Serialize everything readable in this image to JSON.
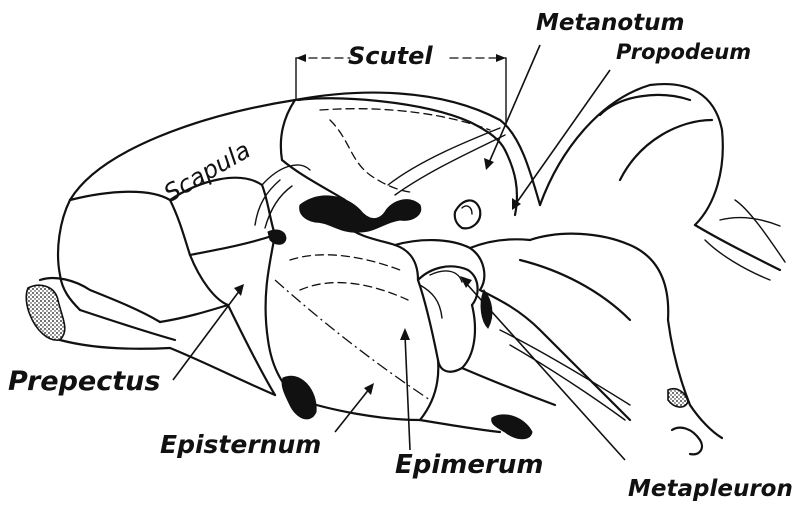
{
  "labels": {
    "scutel": "Scutel",
    "metanotum": "Metanotum",
    "propodeum": "Propodeum",
    "scapula": "Scapula",
    "prepectus": "Prepectus",
    "episternum": "Episternum",
    "epimerum": "Epimerum",
    "metapleuron": "Metapleuron"
  }
}
